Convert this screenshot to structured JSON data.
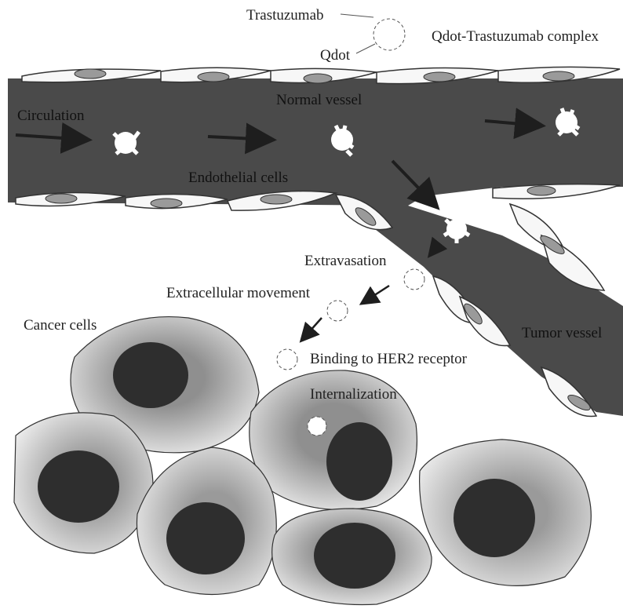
{
  "legend": {
    "trastuzumab": "Trastuzumab",
    "qdot": "Qdot",
    "complex": "Qdot-Trastuzumab complex"
  },
  "labels": {
    "circulation": "Circulation",
    "normal_vessel": "Normal vessel",
    "endothelial_cells": "Endothelial cells",
    "extravasation": "Extravasation",
    "extracellular_movement": "Extracellular movement",
    "cancer_cells": "Cancer cells",
    "binding": "Binding to HER2 receptor",
    "internalization": "Internalization",
    "tumor_vessel": "Tumor vessel"
  },
  "colors": {
    "vessel": "#4a4a4a",
    "nucleus": "#2e2e2e",
    "cell_fill_light": "#f2f2f2",
    "cell_fill_dark": "#a8a8a8",
    "endothelial_nucleus": "#9a9a9a"
  }
}
